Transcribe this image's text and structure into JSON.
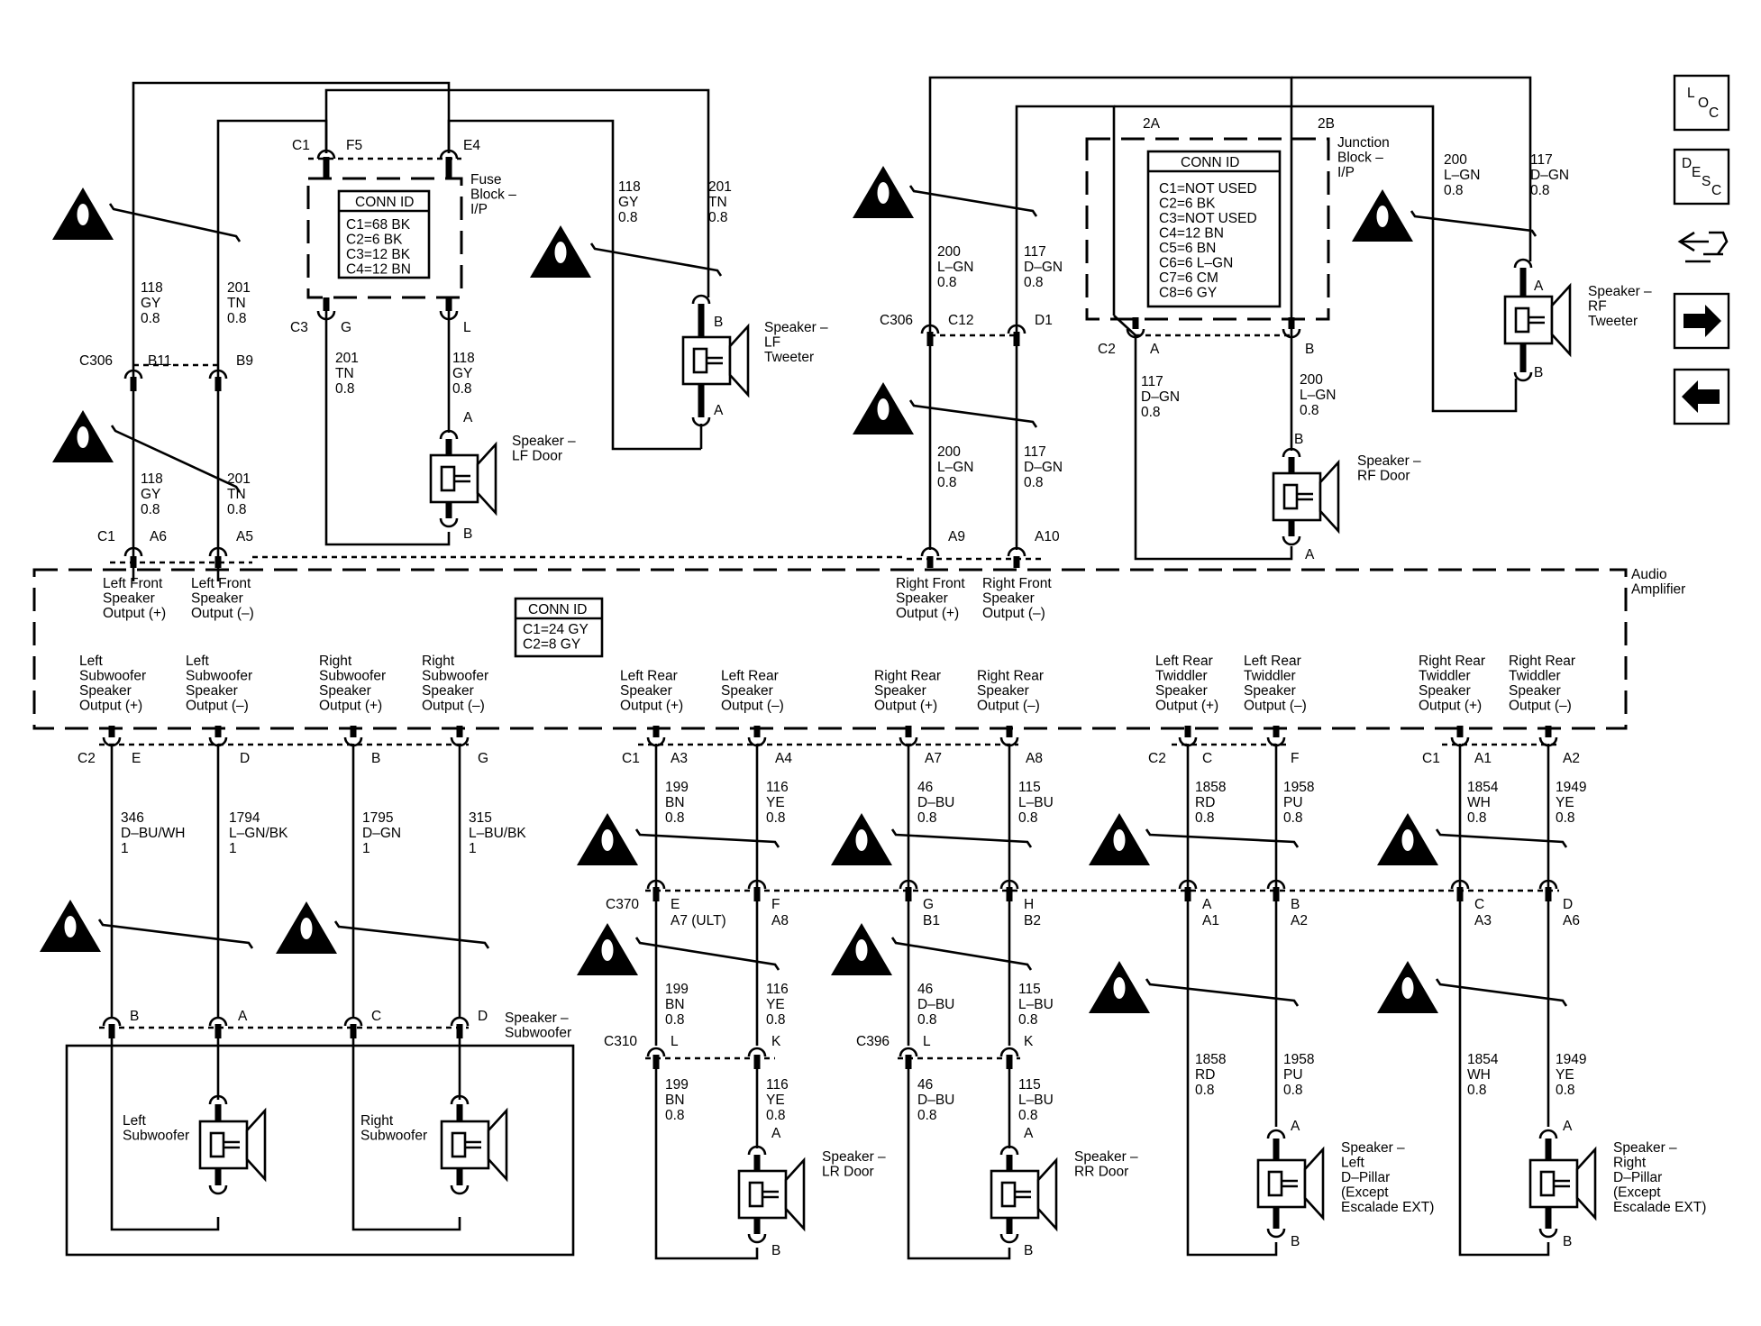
{
  "nav_buttons": [
    {
      "name": "loc-button",
      "letters": [
        "L",
        "O",
        "C"
      ]
    },
    {
      "name": "desc-button",
      "letters": [
        "D",
        "E",
        "S",
        "C"
      ]
    },
    {
      "name": "schematic-button",
      "icon": "wiring-harness-icon"
    },
    {
      "name": "next-button",
      "icon": "arrow-right-icon"
    },
    {
      "name": "previous-button",
      "icon": "arrow-left-icon"
    }
  ],
  "fuse_block": {
    "label": [
      "Fuse",
      "Block –",
      "I/P"
    ],
    "conn_id_title": "CONN ID",
    "conn_id": [
      "C1=68 BK",
      "C2=6 BK",
      "C3=12 BK",
      "C4=12 BN"
    ],
    "pins": {
      "c1": "C1",
      "f5": "F5",
      "e4": "E4",
      "c3": "C3",
      "g": "G",
      "l": "L"
    }
  },
  "junction_block": {
    "label": [
      "Junction",
      "Block –",
      "I/P"
    ],
    "conn_id_title": "CONN ID",
    "conn_id": [
      "C1=NOT USED",
      "C2=6 BK",
      "C3=NOT USED",
      "C4=12 BN",
      "C5=6 BN",
      "C6=6 L–GN",
      "C7=6 CM",
      "C8=6 GY"
    ],
    "pins": {
      "a2": "2A",
      "b2": "2B",
      "c2": "C2",
      "a": "A",
      "b": "B"
    }
  },
  "amplifier": {
    "label": [
      "Audio",
      "Amplifier"
    ],
    "conn_id_title": "CONN ID",
    "conn_id": [
      "C1=24 GY",
      "C2=8 GY"
    ],
    "top_outputs": [
      [
        "Left Front",
        "Speaker",
        "Output (+)"
      ],
      [
        "Left Front",
        "Speaker",
        "Output (–)"
      ],
      [
        "Right Front",
        "Speaker",
        "Output (+)"
      ],
      [
        "Right Front",
        "Speaker",
        "Output (–)"
      ]
    ],
    "bottom_outputs": [
      [
        "Left",
        "Subwoofer",
        "Speaker",
        "Output (+)"
      ],
      [
        "Left",
        "Subwoofer",
        "Speaker",
        "Output (–)"
      ],
      [
        "Right",
        "Subwoofer",
        "Speaker",
        "Output (+)"
      ],
      [
        "Right",
        "Subwoofer",
        "Speaker",
        "Output (–)"
      ],
      [
        "Left Rear",
        "Speaker",
        "Output (+)"
      ],
      [
        "Left Rear",
        "Speaker",
        "Output (–)"
      ],
      [
        "Right Rear",
        "Speaker",
        "Output (+)"
      ],
      [
        "Right Rear",
        "Speaker",
        "Output (–)"
      ],
      [
        "Left Rear",
        "Twiddler",
        "Speaker",
        "Output (+)"
      ],
      [
        "Left Rear",
        "Twiddler",
        "Speaker",
        "Output (–)"
      ],
      [
        "Right Rear",
        "Twiddler",
        "Speaker",
        "Output (+)"
      ],
      [
        "Right Rear",
        "Twiddler",
        "Speaker",
        "Output (–)"
      ]
    ]
  },
  "speakers": {
    "lf_tweeter": [
      "Speaker –",
      "LF",
      "Tweeter"
    ],
    "lf_door": [
      "Speaker –",
      "LF Door"
    ],
    "rf_tweeter": [
      "Speaker –",
      "RF",
      "Tweeter"
    ],
    "rf_door": [
      "Speaker –",
      "RF Door"
    ],
    "subwoofer": [
      "Speaker –",
      "Subwoofer"
    ],
    "left_sub": [
      "Left",
      "Subwoofer"
    ],
    "right_sub": [
      "Right",
      "Subwoofer"
    ],
    "lr_door": [
      "Speaker –",
      "LR Door"
    ],
    "rr_door": [
      "Speaker –",
      "RR Door"
    ],
    "left_dpillar": [
      "Speaker –",
      "Left",
      "D–Pillar",
      "(Except",
      "Escalade EXT)"
    ],
    "right_dpillar": [
      "Speaker –",
      "Right",
      "D–Pillar",
      "(Except",
      "Escalade EXT)"
    ]
  },
  "labels": [
    {
      "t": "C1"
    },
    {
      "t": "F5"
    },
    {
      "t": "E4"
    },
    {
      "t": "C3"
    },
    {
      "t": "G"
    },
    {
      "t": "L"
    },
    {
      "t": "C306"
    },
    {
      "t": "B11"
    },
    {
      "t": "B9"
    },
    {
      "t": "C1"
    },
    {
      "t": "A6"
    },
    {
      "t": "A5"
    },
    {
      "t": "A"
    },
    {
      "t": "B"
    },
    {
      "t": "B"
    },
    {
      "t": "A"
    },
    {
      "t": "C306"
    },
    {
      "t": "C12"
    },
    {
      "t": "D1"
    },
    {
      "t": "A9"
    },
    {
      "t": "A10"
    },
    {
      "t": "2A"
    },
    {
      "t": "2B"
    },
    {
      "t": "C2"
    },
    {
      "t": "A"
    },
    {
      "t": "B"
    },
    {
      "t": "B"
    },
    {
      "t": "A"
    },
    {
      "t": "A"
    },
    {
      "t": "B"
    },
    {
      "t": "C2"
    },
    {
      "t": "E"
    },
    {
      "t": "D"
    },
    {
      "t": "B"
    },
    {
      "t": "G"
    },
    {
      "t": "C1"
    },
    {
      "t": "A3"
    },
    {
      "t": "A4"
    },
    {
      "t": "A7"
    },
    {
      "t": "A8"
    },
    {
      "t": "C2"
    },
    {
      "t": "C"
    },
    {
      "t": "F"
    },
    {
      "t": "C1"
    },
    {
      "t": "A1"
    },
    {
      "t": "A2"
    },
    {
      "t": "B"
    },
    {
      "t": "A"
    },
    {
      "t": "C"
    },
    {
      "t": "D"
    },
    {
      "t": "C370"
    },
    {
      "t": "E"
    },
    {
      "t": "A7 (ULT)"
    },
    {
      "t": "F"
    },
    {
      "t": "A8"
    },
    {
      "t": "G"
    },
    {
      "t": "B1"
    },
    {
      "t": "H"
    },
    {
      "t": "B2"
    },
    {
      "t": "A"
    },
    {
      "t": "A1"
    },
    {
      "t": "B"
    },
    {
      "t": "A2"
    },
    {
      "t": "C"
    },
    {
      "t": "A3"
    },
    {
      "t": "D"
    },
    {
      "t": "A6"
    },
    {
      "t": "C310"
    },
    {
      "t": "L"
    },
    {
      "t": "K"
    },
    {
      "t": "C396"
    },
    {
      "t": "L"
    },
    {
      "t": "K"
    },
    {
      "t": "A"
    },
    {
      "t": "B"
    },
    {
      "t": "A"
    },
    {
      "t": "B"
    },
    {
      "t": "A"
    },
    {
      "t": "B"
    },
    {
      "t": "A"
    },
    {
      "t": "B"
    }
  ],
  "wires": [
    {
      "c": "118",
      "col": "GY",
      "g": "0.8"
    },
    {
      "c": "201",
      "col": "TN",
      "g": "0.8"
    },
    {
      "c": "118",
      "col": "GY",
      "g": "0.8"
    },
    {
      "c": "201",
      "col": "TN",
      "g": "0.8"
    },
    {
      "c": "118",
      "col": "GY",
      "g": "0.8"
    },
    {
      "c": "201",
      "col": "TN",
      "g": "0.8"
    },
    {
      "c": "201",
      "col": "TN",
      "g": "0.8"
    },
    {
      "c": "118",
      "col": "GY",
      "g": "0.8"
    },
    {
      "c": "200",
      "col": "L–GN",
      "g": "0.8"
    },
    {
      "c": "117",
      "col": "D–GN",
      "g": "0.8"
    },
    {
      "c": "200",
      "col": "L–GN",
      "g": "0.8"
    },
    {
      "c": "117",
      "col": "D–GN",
      "g": "0.8"
    },
    {
      "c": "117",
      "col": "D–GN",
      "g": "0.8"
    },
    {
      "c": "200",
      "col": "L–GN",
      "g": "0.8"
    },
    {
      "c": "200",
      "col": "L–GN",
      "g": "0.8"
    },
    {
      "c": "117",
      "col": "D–GN",
      "g": "0.8"
    },
    {
      "c": "346",
      "col": "D–BU/WH",
      "g": "1"
    },
    {
      "c": "1794",
      "col": "L–GN/BK",
      "g": "1"
    },
    {
      "c": "1795",
      "col": "D–GN",
      "g": "1"
    },
    {
      "c": "315",
      "col": "L–BU/BK",
      "g": "1"
    },
    {
      "c": "199",
      "col": "BN",
      "g": "0.8"
    },
    {
      "c": "116",
      "col": "YE",
      "g": "0.8"
    },
    {
      "c": "46",
      "col": "D–BU",
      "g": "0.8"
    },
    {
      "c": "115",
      "col": "L–BU",
      "g": "0.8"
    },
    {
      "c": "1858",
      "col": "RD",
      "g": "0.8"
    },
    {
      "c": "1958",
      "col": "PU",
      "g": "0.8"
    },
    {
      "c": "1854",
      "col": "WH",
      "g": "0.8"
    },
    {
      "c": "1949",
      "col": "YE",
      "g": "0.8"
    },
    {
      "c": "199",
      "col": "BN",
      "g": "0.8"
    },
    {
      "c": "116",
      "col": "YE",
      "g": "0.8"
    },
    {
      "c": "46",
      "col": "D–BU",
      "g": "0.8"
    },
    {
      "c": "115",
      "col": "L–BU",
      "g": "0.8"
    },
    {
      "c": "199",
      "col": "BN",
      "g": "0.8"
    },
    {
      "c": "116",
      "col": "YE",
      "g": "0.8"
    },
    {
      "c": "46",
      "col": "D–BU",
      "g": "0.8"
    },
    {
      "c": "115",
      "col": "L–BU",
      "g": "0.8"
    },
    {
      "c": "1858",
      "col": "RD",
      "g": "0.8"
    },
    {
      "c": "1958",
      "col": "PU",
      "g": "0.8"
    },
    {
      "c": "1854",
      "col": "WH",
      "g": "0.8"
    },
    {
      "c": "1949",
      "col": "YE",
      "g": "0.8"
    }
  ]
}
